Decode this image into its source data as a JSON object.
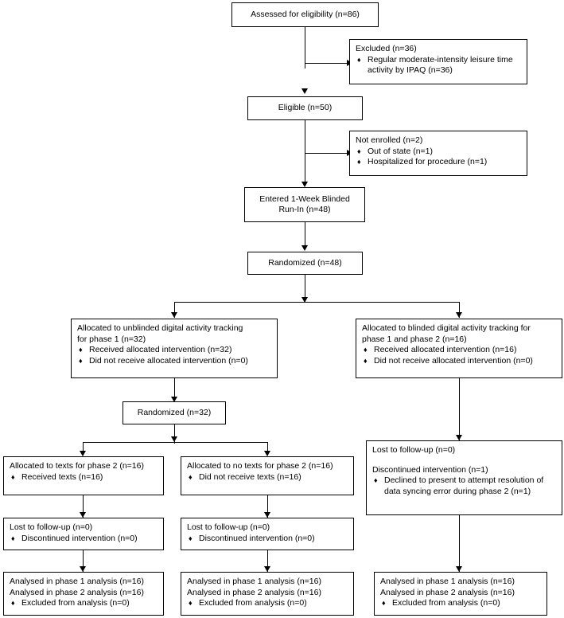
{
  "diagram": {
    "type": "consort-flow-diagram",
    "title": "CONSORT participant flow diagram",
    "bullet_glyph": "♦",
    "colors": {
      "line": "#000000",
      "box_fill": "#ffffff",
      "text": "#000000"
    },
    "nodes": {
      "assessed": {
        "text": "Assessed for eligibility (n=86)"
      },
      "excluded": {
        "heading": "Excluded (n=36)",
        "bullets": [
          "Regular moderate-intensity leisure time activity by IPAQ (n=36)"
        ]
      },
      "eligible": {
        "text": "Eligible (n=50)"
      },
      "not_enrolled": {
        "heading": "Not enrolled (n=2)",
        "bullets": [
          "Out of state (n=1)",
          "Hospitalized for procedure (n=1)"
        ]
      },
      "run_in": {
        "line1": "Entered 1-Week Blinded",
        "line2": "Run-In (n=48)"
      },
      "randomized_48": {
        "text": "Randomized (n=48)"
      },
      "alloc_unblinded": {
        "heading_line1": "Allocated to unblinded digital activity tracking",
        "heading_line2": "for phase 1 (n=32)",
        "bullets": [
          "Received allocated intervention (n=32)",
          "Did not receive allocated intervention (n=0)"
        ]
      },
      "alloc_blinded": {
        "heading_line1": "Allocated to blinded digital activity tracking for",
        "heading_line2": "phase 1 and phase 2 (n=16)",
        "bullets": [
          "Received allocated intervention (n=16)",
          "Did not receive allocated intervention (n=0)"
        ]
      },
      "randomized_32": {
        "text": "Randomized (n=32)"
      },
      "alloc_texts": {
        "heading": "Allocated to texts for phase 2 (n=16)",
        "bullets": [
          "Received texts (n=16)"
        ]
      },
      "alloc_no_texts": {
        "heading": "Allocated to no texts for phase 2 (n=16)",
        "bullets": [
          "Did not receive texts (n=16)"
        ]
      },
      "followup_blinded": {
        "line1": "Lost to follow-up (n=0)",
        "line2": "Discontinued intervention (n=1)",
        "bullets": [
          "Declined to present to attempt resolution of data syncing error during phase 2 (n=1)"
        ]
      },
      "followup_texts": {
        "heading": "Lost to follow-up (n=0)",
        "bullets": [
          "Discontinued intervention (n=0)"
        ]
      },
      "followup_no_texts": {
        "heading": "Lost to follow-up (n=0)",
        "bullets": [
          "Discontinued intervention (n=0)"
        ]
      },
      "analysis_texts": {
        "line1": "Analysed in phase 1 analysis (n=16)",
        "line2": "Analysed in phase 2 analysis (n=16)",
        "bullets": [
          "Excluded from analysis (n=0)"
        ]
      },
      "analysis_no_texts": {
        "line1": "Analysed in phase 1 analysis (n=16)",
        "line2": "Analysed in phase 2 analysis (n=16)",
        "bullets": [
          "Excluded from analysis (n=0)"
        ]
      },
      "analysis_blinded": {
        "line1": "Analysed in phase 1 analysis (n=16)",
        "line2": "Analysed in phase 2 analysis (n=16)",
        "bullets": [
          "Excluded from analysis (n=0)"
        ]
      }
    }
  }
}
